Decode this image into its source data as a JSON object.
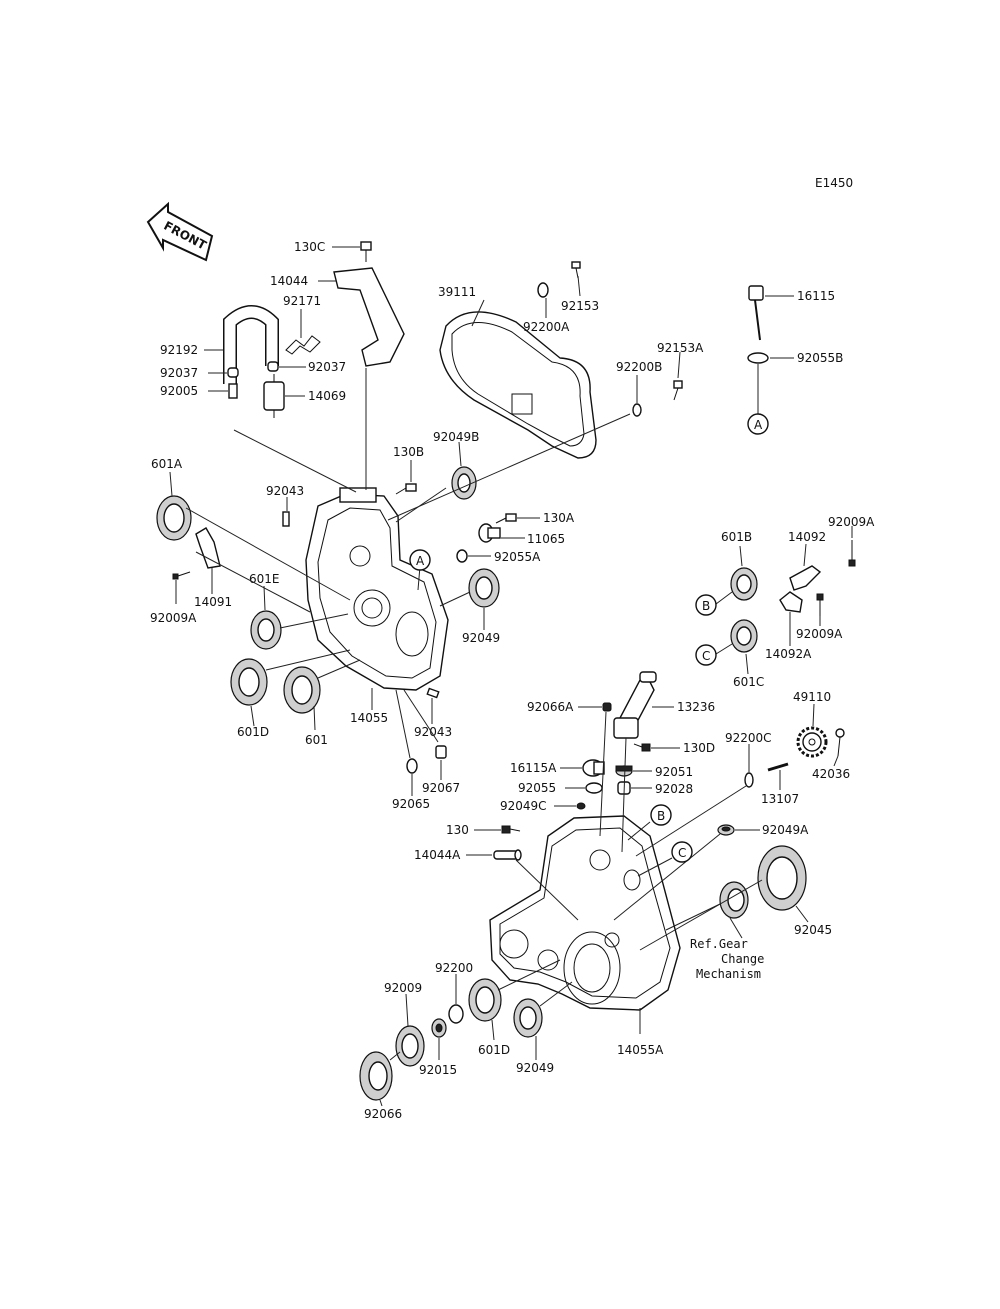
{
  "diagram_code": "E1450",
  "front_label": "FRONT",
  "callouts": [
    "A",
    "B",
    "C"
  ],
  "reference_note": [
    "Ref.Gear",
    "Change",
    "Mechanism"
  ],
  "labels": {
    "p130C": "130C",
    "p14044": "14044",
    "p92171": "92171",
    "p92192": "92192",
    "p92037a": "92037",
    "p92037b": "92037",
    "p92005": "92005",
    "p14069": "14069",
    "p39111": "39111",
    "p92200A": "92200A",
    "p92153": "92153",
    "p92153A": "92153A",
    "p92200B": "92200B",
    "p16115": "16115",
    "p92055B": "92055B",
    "p130B": "130B",
    "p92049B": "92049B",
    "p601A": "601A",
    "p92043a": "92043",
    "p130A": "130A",
    "p11065": "11065",
    "p92055A": "92055A",
    "p92009Aa": "92009A",
    "p14091": "14091",
    "p601E": "601E",
    "p92049a": "92049",
    "p601Da": "601D",
    "p601": "601",
    "p14055": "14055",
    "p92043b": "92043",
    "p92067": "92067",
    "p92065": "92065",
    "p601B": "601B",
    "p14092": "14092",
    "p92009Ab": "92009A",
    "p92009Ac": "92009A",
    "p14092A": "14092A",
    "p601C": "601C",
    "p92066A": "92066A",
    "p13236": "13236",
    "p130D": "130D",
    "p92200C": "92200C",
    "p49110": "49110",
    "p42036": "42036",
    "p16115A": "16115A",
    "p92051": "92051",
    "p92055": "92055",
    "p92028": "92028",
    "p13107": "13107",
    "p92049C": "92049C",
    "p130": "130",
    "p14044A": "14044A",
    "p92049A": "92049A",
    "p92045": "92045",
    "p92200": "92200",
    "p92009": "92009",
    "p92015": "92015",
    "p601Db": "601D",
    "p92049b": "92049",
    "p14055A": "14055A",
    "p92066": "92066"
  }
}
